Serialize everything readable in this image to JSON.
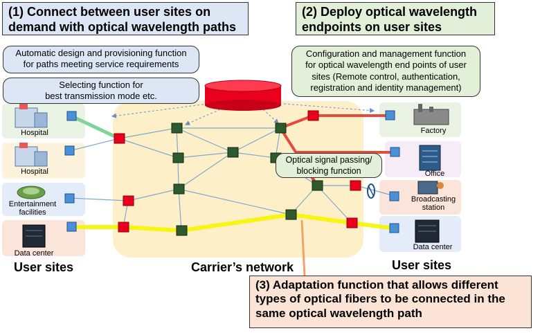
{
  "callouts": {
    "c1_line1": "(1) Connect between user sites on",
    "c1_line2": "demand with optical wavelength paths",
    "c2_line1": "(2) Deploy optical wavelength",
    "c2_line2": "endpoints on user sites",
    "c3_line1": "(3) Adaptation function that allows different",
    "c3_line2": "types of optical fibers to be connected in the",
    "c3_line3": "same optical wavelength path"
  },
  "functions": {
    "auto_line1": "Automatic design and provisioning function",
    "auto_line2": "for paths meeting service requirements",
    "select_line1": "Selecting function for",
    "select_line2": "best transmission mode etc.",
    "config_line1": "Configuration and management function",
    "config_line2": "for optical wavelength end points of user",
    "config_line3": "sites (Remote control, authentication,",
    "config_line4": "registration and identity management)",
    "signal_line1": "Optical signal passing/",
    "signal_line2": "blocking function"
  },
  "sites_left": {
    "hospital1": "Hospital",
    "hospital2": "Hospital",
    "entertainment_line1": "Entertainment",
    "entertainment_line2": "facilities",
    "datacenter": "Data center"
  },
  "sites_right": {
    "factory": "Factory",
    "office": "Office",
    "broadcasting_line1": "Broadcasting",
    "broadcasting_line2": "station",
    "datacenter": "Data center"
  },
  "labels": {
    "user_sites_left": "User sites",
    "user_sites_right": "User sites",
    "carrier": "Carrier’s network"
  },
  "colors": {
    "network_bg": "#fdf0c8",
    "red_node": "#e8001c",
    "green_node": "#2e5a2e",
    "yellow_path": "#f5f500",
    "red_path": "#e64a3c",
    "green_path": "#7fd49a",
    "endpoint": "#4a90d9"
  }
}
